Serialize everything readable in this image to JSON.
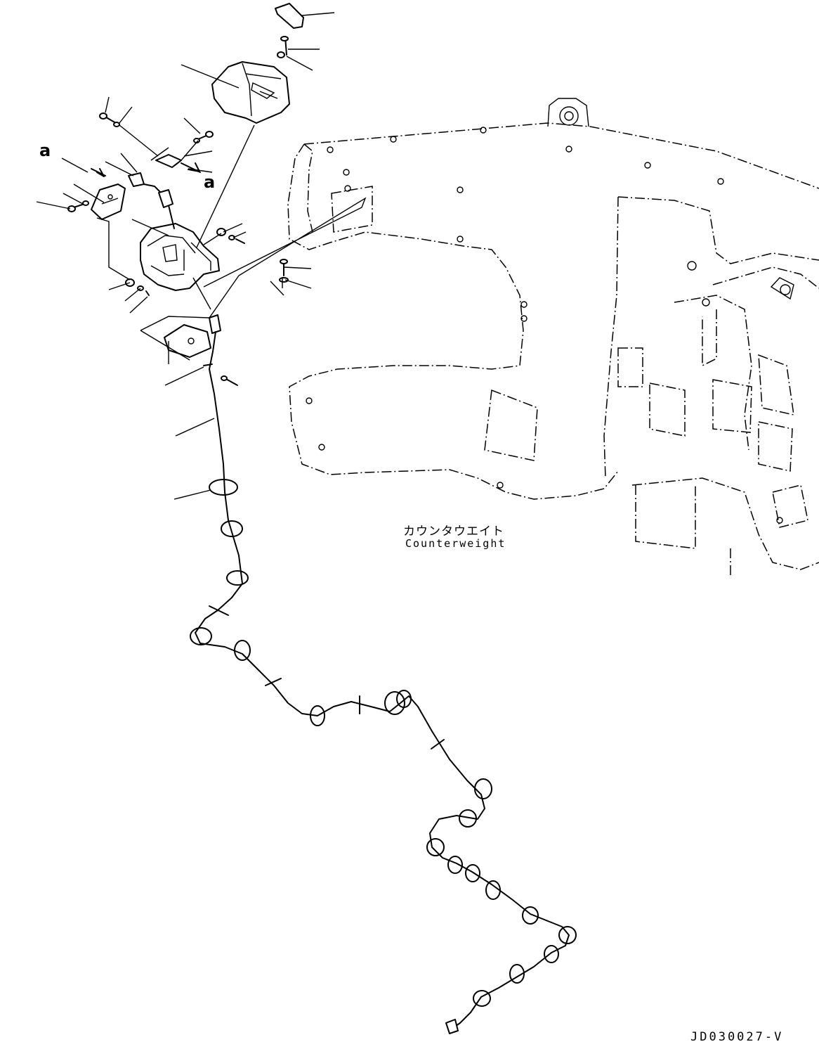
{
  "callouts": {
    "a_top": "a",
    "a_right": "a"
  },
  "component_label": {
    "japanese": "カウンタウエイト",
    "english": "Counterweight"
  },
  "drawing_code": "JD030027-V"
}
